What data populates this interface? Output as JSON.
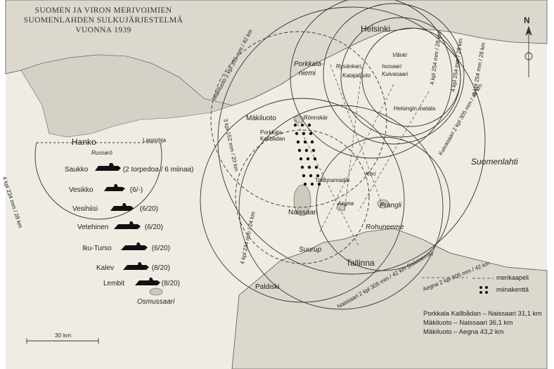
{
  "title": {
    "line1": "SUOMEN JA VIRON MERIVOIMIEN",
    "line2": "SUOMENLAHDEN SULKUJÄRJESTELMÄ",
    "line3": "VUONNA 1939"
  },
  "places": {
    "helsinki": "Helsinki",
    "porkkala": "Porkkala-",
    "porkkala2": "niemi",
    "ryssankari": "Rysänkari",
    "vilinki": "Vilinki",
    "katajaluoto": "Katajaluoto",
    "isosaari": "Isosaari",
    "kuivasaari": "Kuivasaari",
    "lappohja": "Lappohja",
    "hanko": "Hanko",
    "russaro": "Russarö",
    "makiluoto": "Mäkiluoto",
    "ronnskar": "Rönnskär",
    "porkkala_kallbadan": "Porkkala Kallbådan",
    "naissaari": "Naissaari",
    "tallinnamadal": "Tallinnamadal",
    "keri": "Keri",
    "aegna": "Aegna",
    "prangli": "Prangli",
    "rohuneeme": "Rohuneeme",
    "suurup": "Suurup",
    "tallinna": "Tallinna",
    "paldiski": "Paldiski",
    "osmussaari": "Osmussaari",
    "suomenlahti": "Suomenlahti",
    "helsingin_matala": "Helsingin matala"
  },
  "battery_labels": {
    "left_hanko": "4 kpl 234 mm / 28 km",
    "makiluoto": "Mäkiluoto 2 kpl 305 mm / 42 km",
    "porkkala_152": "3 kpl 152 mm / 20 km",
    "b254_1": "4 kpl 254 mm / 28 km",
    "b254_2": "4 kpl 254 mm / 28 km",
    "b254_3": "4 kpl 254 mm / 28 km",
    "kuivasaari": "Kuivasaari 2 kpl 305 mm / 42 km",
    "naissaari_234": "4 kpl 234 mm / 24 km",
    "aegna_305": "Aegna 2 kpl 305 mm / 42 km",
    "naissaari_305": "Naissaari 2 kpl 305 mm / 42 km (lisäasema)"
  },
  "submarines": [
    {
      "name": "Saukko",
      "armament": "(2 torpedoa / 6 miinaa)"
    },
    {
      "name": "Vesikko",
      "armament": "(6/-)"
    },
    {
      "name": "Vesihiisi",
      "armament": "(6/20)"
    },
    {
      "name": "Vetehinen",
      "armament": "(6/20)"
    },
    {
      "name": "Iku-Turso",
      "armament": "(6/20)"
    },
    {
      "name": "Kalev",
      "armament": "(8/20)"
    },
    {
      "name": "Lembit",
      "armament": "(8/20)"
    }
  ],
  "legend": {
    "cable": "merikaapeli",
    "minefield": "miinakenttä"
  },
  "distances": [
    "Porkkala Kallbådan – Naissaari 31,1 km",
    "Mäkiluoto – Naissaari 36,1 km",
    "Mäkiluoto – Aegna 43,2 km"
  ],
  "scale": "30 km",
  "north": "N",
  "colors": {
    "paper": "#efece4",
    "land": "#dcd8ce",
    "ink": "#2b2b2b"
  }
}
